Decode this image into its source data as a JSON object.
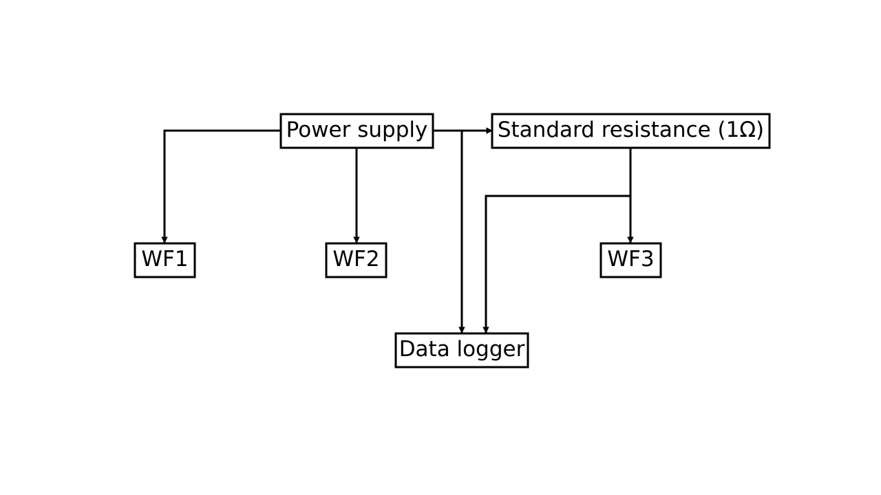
{
  "diagram": {
    "nodes": {
      "power_supply": "Power supply",
      "standard_resistance": "Standard resistance (1Ω)",
      "wf1": "WF1",
      "wf2": "WF2",
      "wf3": "WF3",
      "data_logger": "Data logger"
    },
    "edges": [
      {
        "from": "power_supply",
        "to": "wf1"
      },
      {
        "from": "power_supply",
        "to": "wf2"
      },
      {
        "from": "power_supply",
        "to": "standard_resistance"
      },
      {
        "from": "power_supply",
        "to": "data_logger"
      },
      {
        "from": "standard_resistance",
        "to": "wf3"
      },
      {
        "from": "standard_resistance",
        "to": "data_logger"
      }
    ],
    "colors": {
      "line": "#000000",
      "box_fill": "#ffffff",
      "background": "#ffffff"
    }
  }
}
